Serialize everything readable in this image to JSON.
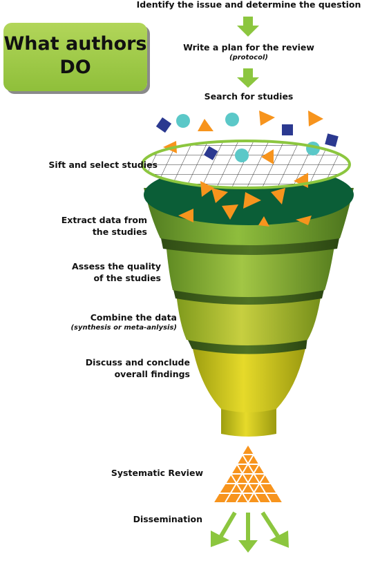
{
  "badge": {
    "line1": "What authors",
    "line2": "DO"
  },
  "steps": {
    "identify": "Identify the issue and determine the question",
    "plan": "Write a plan for the review",
    "plan_note": "(protocol)",
    "search": "Search for studies",
    "sift": "Sift and select studies",
    "extract_1": "Extract data from",
    "extract_2": "the studies",
    "assess_1": "Assess the quality",
    "assess_2": "of the studies",
    "combine": "Combine the data",
    "combine_note": "(synthesis or meta-anlysis)",
    "discuss_1": "Discuss and conclude",
    "discuss_2": "overall findings",
    "review": "Systematic Review",
    "dissemination": "Dissemination"
  },
  "colors": {
    "arrow_green": "#8cc63f",
    "shape_orange": "#f7941d",
    "shape_blue": "#2b3990",
    "shape_cyan": "#5bc8c8",
    "funnel_top": "#0b5e37"
  }
}
